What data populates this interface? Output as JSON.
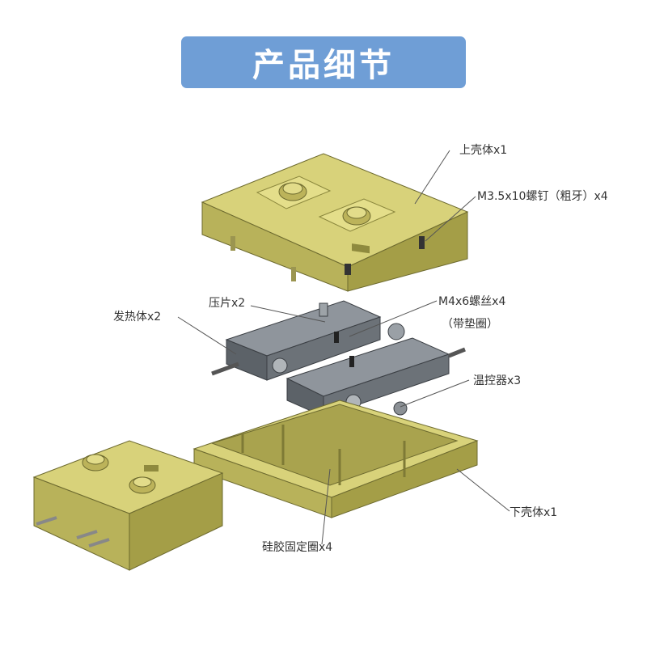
{
  "title": "产品细节",
  "labels": {
    "upper_shell": "上壳体x1",
    "screw_m35": "M3.5x10螺钉（粗牙）x4",
    "press_plate": "压片x2",
    "heater": "发热体x2",
    "screw_m4": "M4x6螺丝x4",
    "screw_m4_note": "（带垫圈）",
    "thermostat": "温控器x3",
    "lower_shell": "下壳体x1",
    "silicone_ring": "硅胶固定圈x4"
  },
  "colors": {
    "banner": "#6f9ed6",
    "shell": "#c9c46a",
    "shell_dark": "#a9a34e",
    "heater_body": "#6f757b"
  }
}
